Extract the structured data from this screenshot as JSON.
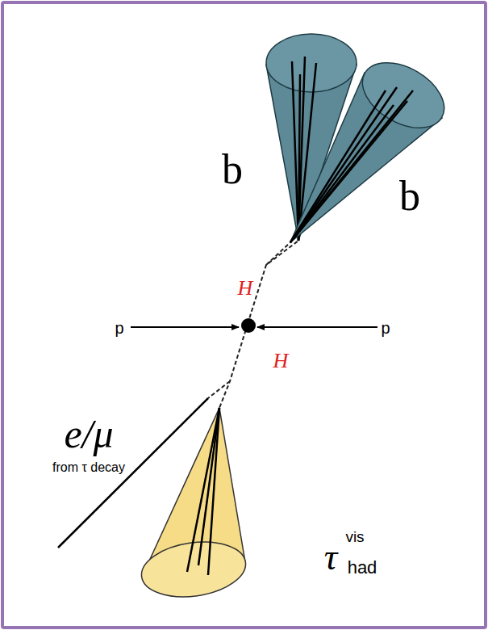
{
  "diagram": {
    "labels": [
      "b",
      "b",
      "H",
      "p",
      "p",
      "H",
      "e/μ",
      "from τ decay",
      "τ",
      "vis",
      "had"
    ]
  }
}
